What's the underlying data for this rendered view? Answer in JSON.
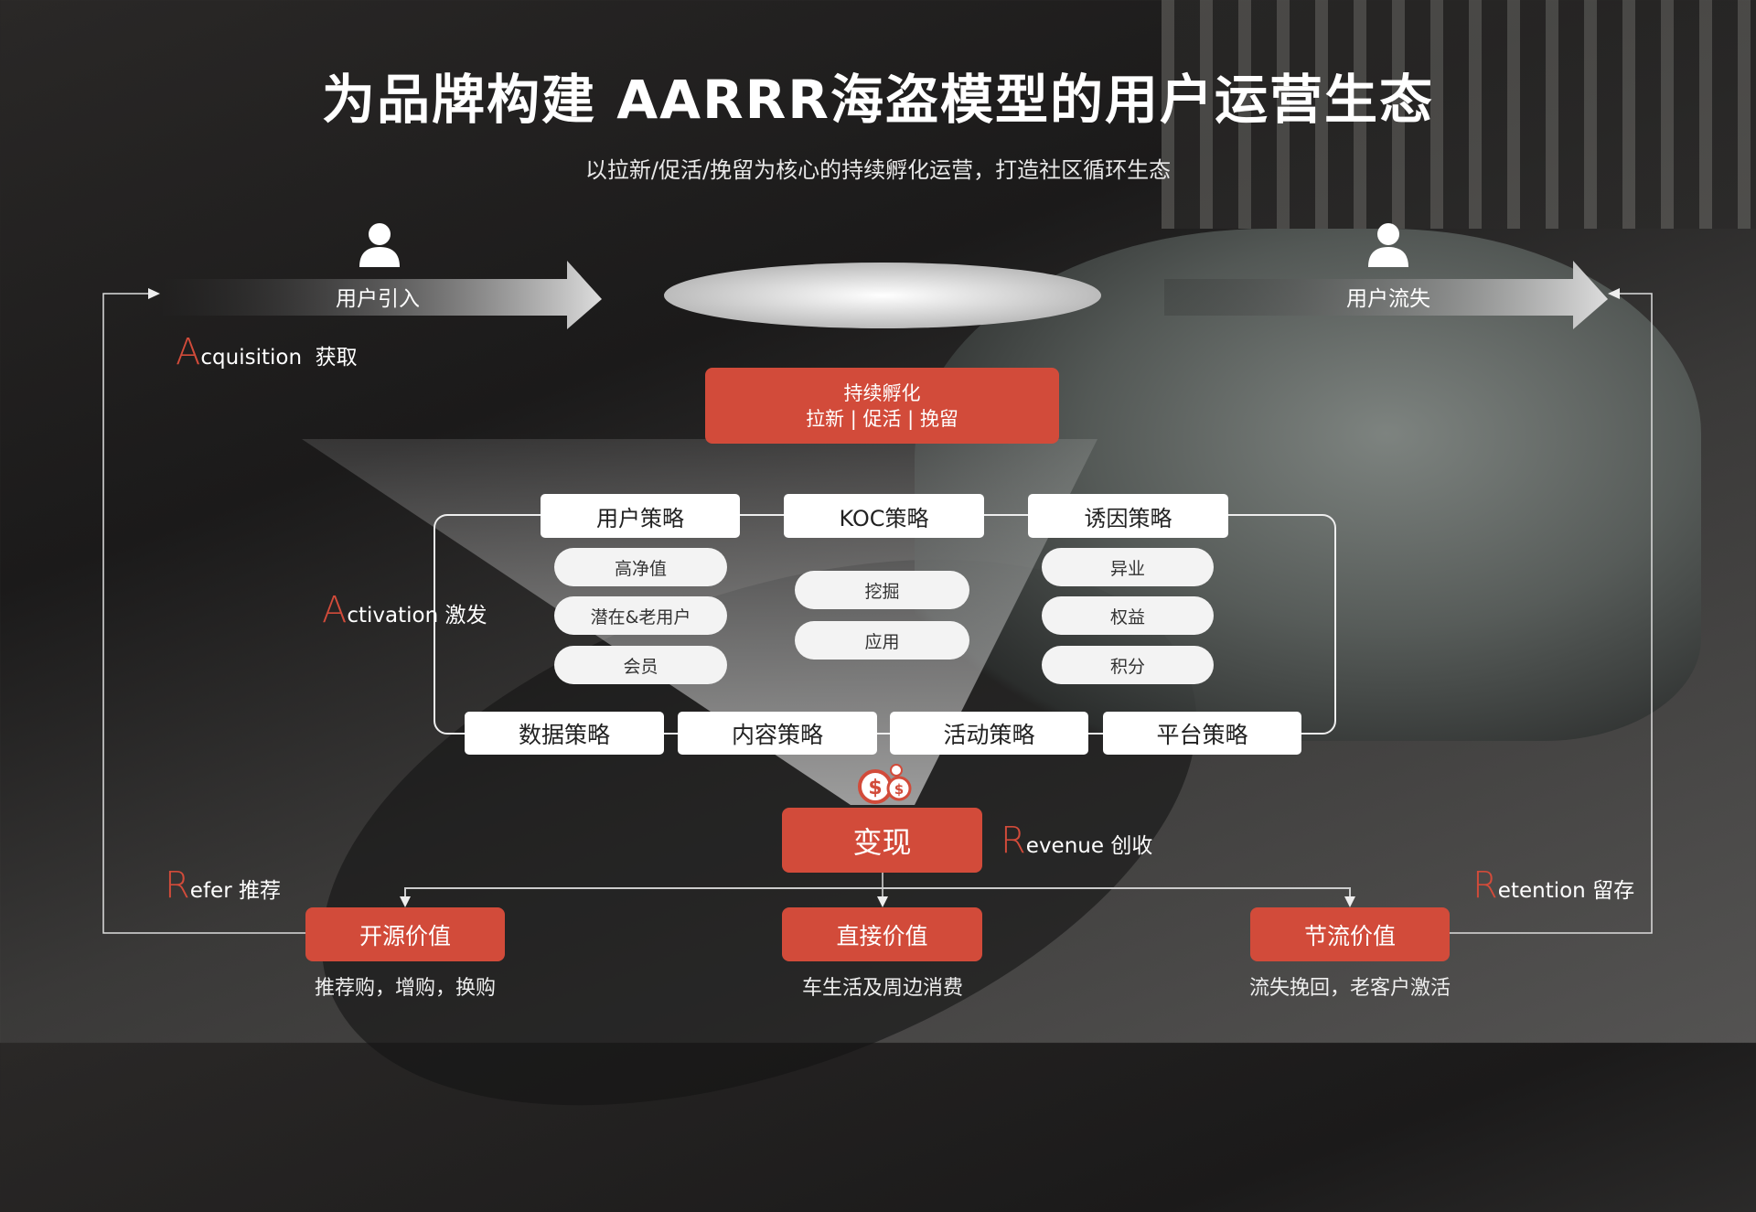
{
  "title": "为品牌构建 AARRR海盗模型的用户运营生态",
  "subtitle": "以拉新/促活/挽留为核心的持续孵化运营，打造社区循环生态",
  "arrows": {
    "left": "用户引入",
    "right": "用户流失"
  },
  "incubation": {
    "line1": "持续孵化",
    "line2": "拉新 | 促活 | 挽留"
  },
  "stages": {
    "acquisition": {
      "initial": "A",
      "rest": "cquisition",
      "cn": "获取"
    },
    "activation": {
      "initial": "A",
      "rest": "ctivation",
      "cn": "激发"
    },
    "revenue": {
      "initial": "R",
      "rest": "evenue",
      "cn": "创收"
    },
    "refer": {
      "initial": "R",
      "rest": "efer",
      "cn": "推荐"
    },
    "retention": {
      "initial": "R",
      "rest": "etention",
      "cn": "留存"
    }
  },
  "top_strategies": [
    {
      "label": "用户策略",
      "items": [
        "高净值",
        "潜在&老用户",
        "会员"
      ]
    },
    {
      "label": "KOC策略",
      "items": [
        "挖掘",
        "应用"
      ]
    },
    {
      "label": "诱因策略",
      "items": [
        "异业",
        "权益",
        "积分"
      ]
    }
  ],
  "bottom_strategies": [
    "数据策略",
    "内容策略",
    "活动策略",
    "平台策略"
  ],
  "monetize": "变现",
  "values": [
    {
      "label": "开源价值",
      "caption": "推荐购，增购，换购"
    },
    {
      "label": "直接价值",
      "caption": "车生活及周边消费"
    },
    {
      "label": "节流价值",
      "caption": "流失挽回，老客户激活"
    }
  ],
  "colors": {
    "accent": "#d24b3a"
  }
}
